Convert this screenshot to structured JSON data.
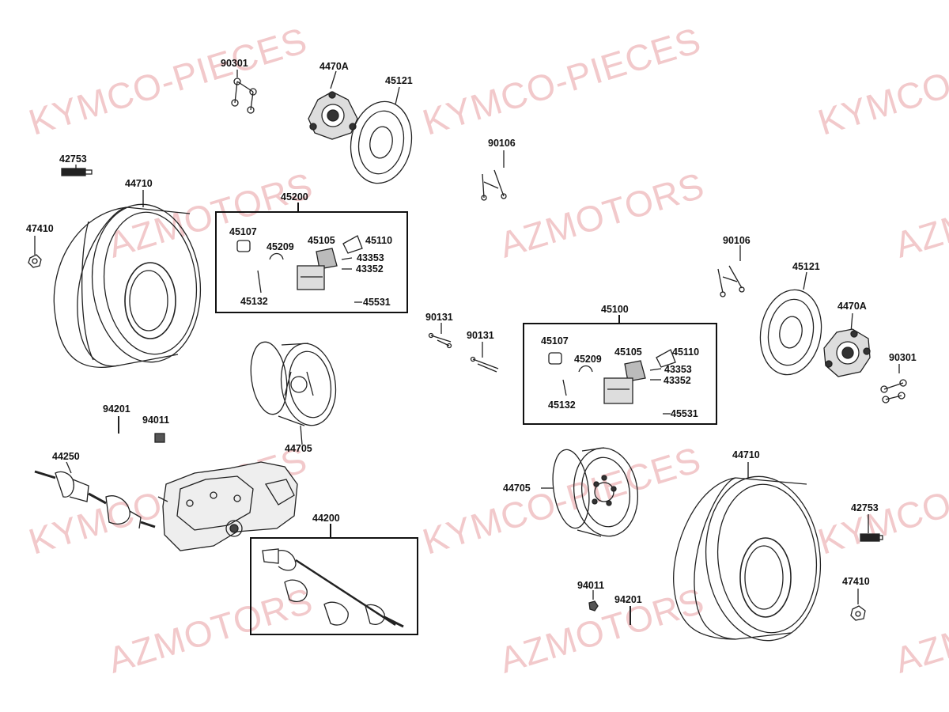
{
  "watermarks": {
    "kymco": "KYMCO-PIECES",
    "az": "AZMOTORS"
  },
  "boxes": {
    "left_caliper": "45200",
    "right_caliper": "45100",
    "drive_shaft": "44200"
  },
  "labels": {
    "l_90301": "90301",
    "l_4470A": "4470A",
    "l_45121": "45121",
    "l_42753": "42753",
    "l_44710": "44710",
    "l_47410": "47410",
    "l_45107": "45107",
    "l_45209": "45209",
    "l_45105": "45105",
    "l_45110": "45110",
    "l_43353": "43353",
    "l_43352": "43352",
    "l_45132": "45132",
    "l_45531": "45531",
    "l_90106": "90106",
    "l_90131a": "90131",
    "l_90131b": "90131",
    "l_94201": "94201",
    "l_94011": "94011",
    "l_44705": "44705",
    "l_44250": "44250",
    "r_90106": "90106",
    "r_45121": "45121",
    "r_4470A": "4470A",
    "r_90301": "90301",
    "r_45107": "45107",
    "r_45209": "45209",
    "r_45105": "45105",
    "r_45110": "45110",
    "r_43353": "43353",
    "r_43352": "43352",
    "r_45132": "45132",
    "r_45531": "45531",
    "r_44705": "44705",
    "r_44710": "44710",
    "r_42753": "42753",
    "r_47410": "47410",
    "r_94011": "94011",
    "r_94201": "94201"
  }
}
